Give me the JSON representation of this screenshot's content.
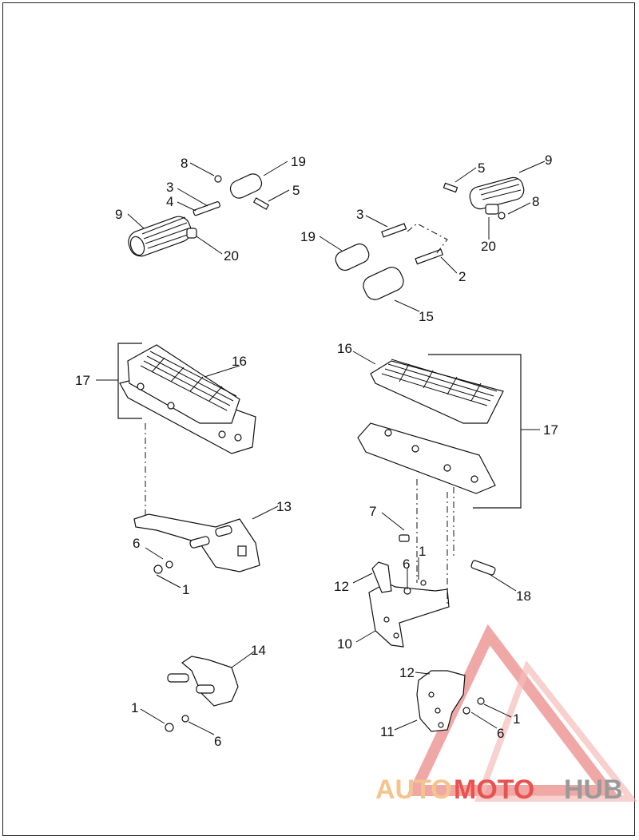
{
  "diagram": {
    "callouts": [
      {
        "id": "c8a",
        "label": "8"
      },
      {
        "id": "c19a",
        "label": "19"
      },
      {
        "id": "c3a",
        "label": "3"
      },
      {
        "id": "c4a",
        "label": "4"
      },
      {
        "id": "c5a",
        "label": "5"
      },
      {
        "id": "c9a",
        "label": "9"
      },
      {
        "id": "c20a",
        "label": "20"
      },
      {
        "id": "c5b",
        "label": "5"
      },
      {
        "id": "c9b",
        "label": "9"
      },
      {
        "id": "c3b",
        "label": "3"
      },
      {
        "id": "c8b",
        "label": "8"
      },
      {
        "id": "c19b",
        "label": "19"
      },
      {
        "id": "c20b",
        "label": "20"
      },
      {
        "id": "c2",
        "label": "2"
      },
      {
        "id": "c15",
        "label": "15"
      },
      {
        "id": "c16a",
        "label": "16"
      },
      {
        "id": "c17a",
        "label": "17"
      },
      {
        "id": "c16b",
        "label": "16"
      },
      {
        "id": "c17b",
        "label": "17"
      },
      {
        "id": "c13",
        "label": "13"
      },
      {
        "id": "c6a",
        "label": "6"
      },
      {
        "id": "c1a",
        "label": "1"
      },
      {
        "id": "c7",
        "label": "7"
      },
      {
        "id": "c1b",
        "label": "1"
      },
      {
        "id": "c6b",
        "label": "6"
      },
      {
        "id": "c12a",
        "label": "12"
      },
      {
        "id": "c18",
        "label": "18"
      },
      {
        "id": "c10",
        "label": "10"
      },
      {
        "id": "c14",
        "label": "14"
      },
      {
        "id": "c1c",
        "label": "1"
      },
      {
        "id": "c6c",
        "label": "6"
      },
      {
        "id": "c12b",
        "label": "12"
      },
      {
        "id": "c1d",
        "label": "1"
      },
      {
        "id": "c11",
        "label": "11"
      },
      {
        "id": "c6d",
        "label": "6"
      }
    ]
  },
  "watermark": {
    "part1": "AUTO",
    "part2": "MOTO",
    "part3": "HUB",
    "color_light": "#f4c48e",
    "color_red": "#e9524f",
    "color_gray": "#9a9a9a"
  }
}
